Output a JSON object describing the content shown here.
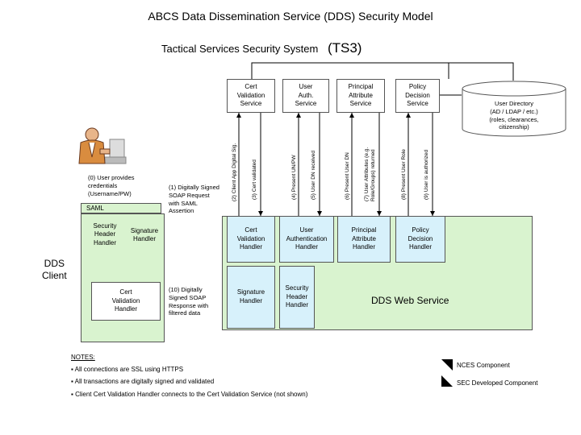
{
  "title": "ABCS Data Dissemination Service (DDS) Security Model",
  "subtitle": "Tactical Services Security System",
  "subtitle_tag": "(TS3)",
  "services": [
    {
      "label": "Cert\nValidation\nService"
    },
    {
      "label": "User\nAuth.\nService"
    },
    {
      "label": "Principal\nAttribute\nService"
    },
    {
      "label": "Policy\nDecision\nService"
    }
  ],
  "user_directory": "User Directory\n(AD / LDAP / etc.)\n(roles, clearances,\ncitizenship)",
  "client": {
    "label": "DDS\nClient",
    "saml": "SAML",
    "security_header_handler": "Security\nHeader\nHandler",
    "signature_handler": "Signature\nHandler",
    "cert_validation_handler": "Cert\nValidation\nHandler"
  },
  "web_service": {
    "label": "DDS Web Service",
    "cert_validation_handler": "Cert\nValidation\nHandler",
    "user_authentication_handler": "User\nAuthentication\nHandler",
    "principal_attribute_handler": "Principal\nAttribute\nHandler",
    "policy_decision_handler": "Policy\nDecision\nHandler",
    "signature_handler": "Signature\nHandler",
    "security_header_handler": "Security\nHeader\nHandler"
  },
  "steps": {
    "s0": "(0) User provides\ncredentials\n(Username/PW)",
    "s1": "(1) Digitally Signed\nSOAP Request\nwith SAML\nAssertion",
    "s2": "(2) Client App Digital Sig.",
    "s3": "(3) Cert validated",
    "s4": "(4) Present UN/PW",
    "s5": "(5) User DN received",
    "s6": "(6) Present User DN",
    "s7": "(7) User Attributes (e.g.\nRole/Groups) returned",
    "s8": "(8) Present User Role",
    "s9": "(9) User is authorized",
    "s10": "(10) Digitally\nSigned SOAP\nResponse with\nfiltered data"
  },
  "notes": {
    "heading": "NOTES:",
    "items": [
      "All connections are SSL using HTTPS",
      "All transactions are digitally signed and validated",
      "Client Cert Validation Handler connects to the Cert Validation Service (not shown)"
    ]
  },
  "legend": {
    "nces": "NCES Component",
    "sec": "SEC Developed Component"
  },
  "colors": {
    "client_fill": "#d9f3cf",
    "handler_fill": "#d7f1fb"
  }
}
